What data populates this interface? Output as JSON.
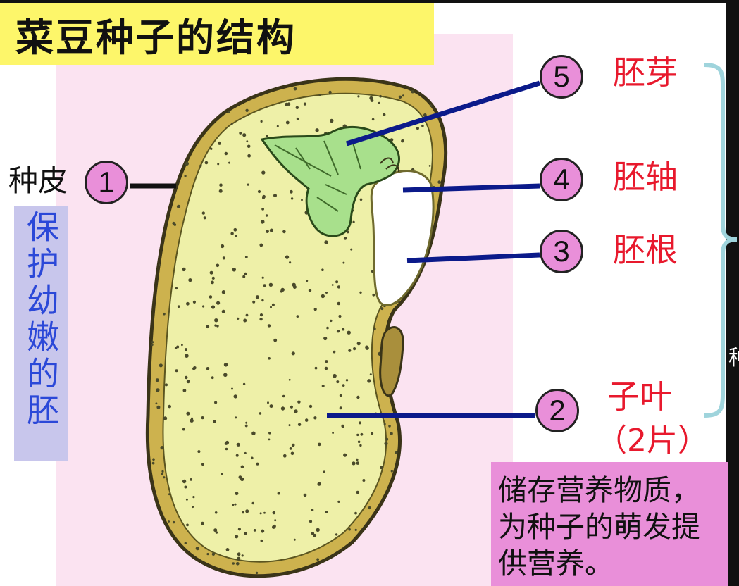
{
  "title": "菜豆种子的结构",
  "parts": [
    {
      "number": "5",
      "name": "胚芽"
    },
    {
      "number": "4",
      "name": "胚轴"
    },
    {
      "number": "3",
      "name": "胚根"
    },
    {
      "number": "2",
      "name": "子叶",
      "note": "（2片）"
    },
    {
      "number": "1",
      "name": "种皮"
    }
  ],
  "seed_coat_function": "保护幼嫩的胚",
  "cotyledon_function": "储存营养物质，\n为种子的萌发提\n供营养。",
  "edge_char": "种",
  "colors": {
    "title_bg": "#fdf66a",
    "panel_bg": "#fbe3f1",
    "badge_fill": "#e98fd9",
    "label_red": "#e8192d",
    "function_text_blue": "#2b48d8",
    "function_box_lavender": "#c8c6ec",
    "leader_line_navy": "#0b1a8a",
    "bracket_teal": "#9fd4dc",
    "seed_fill": "#eef0a8",
    "seed_coat": "#cdb24e",
    "plumule_green": "#a8e08c"
  }
}
